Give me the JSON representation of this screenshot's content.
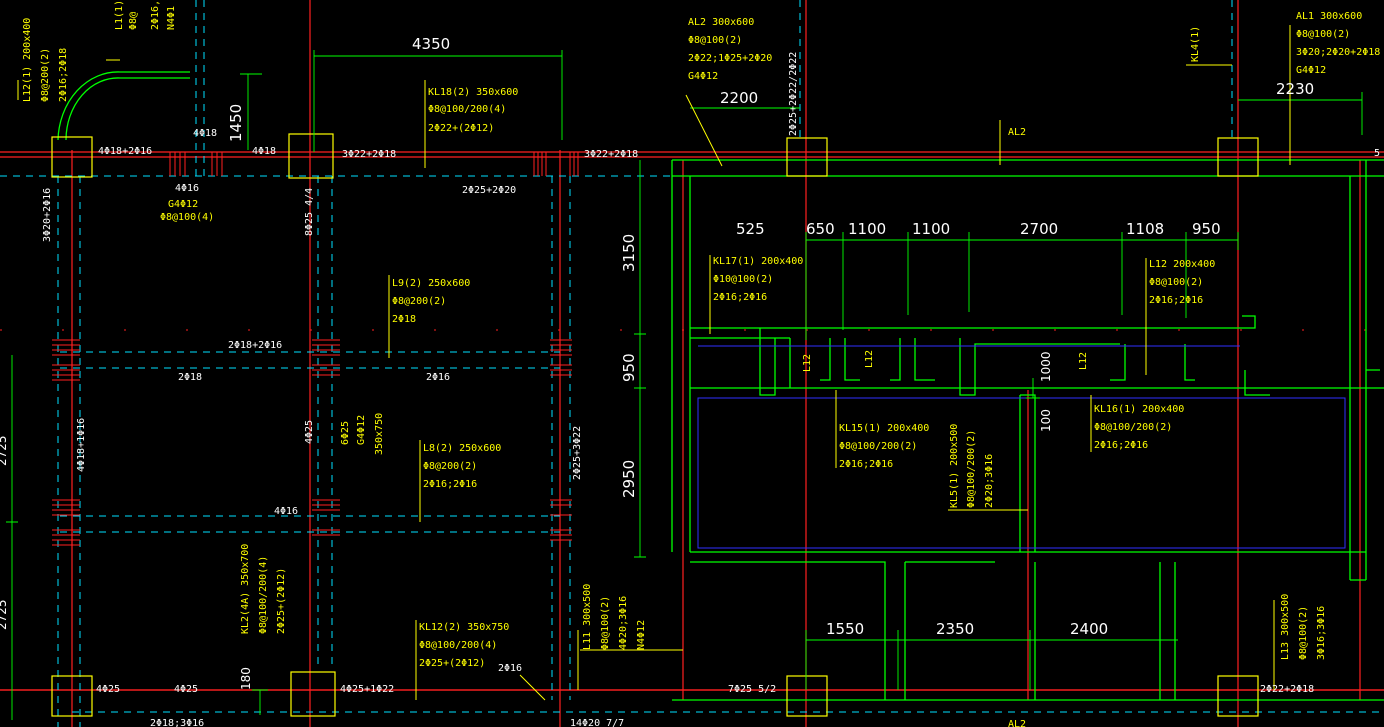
{
  "beam_labels": {
    "l1_top": [
      "L1(1)",
      "Φ8@",
      "2Φ16,2",
      "N4Φ1"
    ],
    "l12_left": [
      "L12(1) 200x400",
      "Φ8@200(2)",
      "2Φ16;2Φ18"
    ],
    "kl18": [
      "KL18(2) 350x600",
      "Φ8@100/200(4)",
      "2Φ22+(2Φ12)"
    ],
    "al2": [
      "AL2 300x600",
      "Φ8@100(2)",
      "2Φ22;1Φ25+2Φ20",
      "G4Φ12"
    ],
    "al1": [
      "AL1 300x600",
      "Φ8@100(2)",
      "3Φ20;2Φ20+2Φ18",
      "G4Φ12"
    ],
    "kl4": "KL4(1)",
    "l9": [
      "L9(2) 250x600",
      "Φ8@200(2)",
      "2Φ18"
    ],
    "l8": [
      "L8(2) 250x600",
      "Φ8@200(2)",
      "2Φ16;2Φ16"
    ],
    "kl17": [
      "KL17(1) 200x400",
      "Φ10@100(2)",
      "2Φ16;2Φ16"
    ],
    "l12_right": [
      "L12 200x400",
      "Φ8@100(2)",
      "2Φ16;2Φ16"
    ],
    "kl15": [
      "KL15(1) 200x400",
      "Φ8@100/200(2)",
      "2Φ16;2Φ16"
    ],
    "kl16": [
      "KL16(1) 200x400",
      "Φ8@100/200(2)",
      "2Φ16;2Φ16"
    ],
    "kl5": [
      "KL5(1) 200x500",
      "Φ8@100/200(2)",
      "2Φ20;3Φ16"
    ],
    "kl2": [
      "KL2(4A) 350x700",
      "Φ8@100/200(4)",
      "2Φ25+(2Φ12)"
    ],
    "kl12": [
      "KL12(2) 350x750",
      "Φ8@100/200(4)",
      "2Φ25+(2Φ12)"
    ],
    "l11": [
      "L11 300x500",
      "Φ8@100(2)",
      "4Φ20;3Φ16",
      "N4Φ12"
    ],
    "l13": [
      "L13 300x500",
      "Φ8@100(2)",
      "3Φ16;3Φ16"
    ],
    "col_mid": [
      "6Φ25",
      "G4Φ12",
      "350x750"
    ],
    "g4": [
      "G4Φ12",
      "Φ8@100(4)"
    ],
    "l12_tags": [
      "L12",
      "L12",
      "L12"
    ],
    "al2_bottom": "AL2",
    "al2_tag": "AL2"
  },
  "rebar_notes": {
    "top_a": "4Φ18+2Φ16",
    "top_b": "4Φ18",
    "top_c": "4Φ18",
    "top_d": "3Φ22+2Φ18",
    "top_e": "3Φ22+2Φ18",
    "top_f": "2Φ25+2Φ20",
    "left_a": "3Φ20+2Φ16",
    "left_b": "4Φ16",
    "col_v": "8Φ25 4/4",
    "mid_a": "2Φ18+2Φ16",
    "mid_b": "2Φ18",
    "mid_c": "2Φ16",
    "mid_d": "4Φ18+1Φ16",
    "mid_e": "4Φ25",
    "mid_f": "4Φ16",
    "mid_g": "2Φ25+3Φ22",
    "bot_a": "4Φ25",
    "bot_b": "4Φ25",
    "bot_c": "4Φ25+1Φ22",
    "bot_d": "2Φ16",
    "bot_e": "7Φ25 5/2",
    "bot_f": "2Φ22+2Φ18",
    "bot_g": "2Φ18;3Φ16",
    "bot_h": "14Φ20 7/7",
    "vert_a": "2Φ25+2Φ22/2Φ22"
  },
  "dimensions": {
    "d4350": "4350",
    "d1450": "1450",
    "d2200": "2200",
    "d2230": "2230",
    "d3150": "3150",
    "d950": "950",
    "d2950": "2950",
    "d525": "525",
    "d650": "650",
    "d1100a": "1100",
    "d1100b": "1100",
    "d2700": "2700",
    "d1108": "1108",
    "d950b": "950",
    "d1000": "1000",
    "d100": "100",
    "d1550": "1550",
    "d2350": "2350",
    "d2400": "2400",
    "d180": "180",
    "d2725a": "2725",
    "d2725b": "2725",
    "d5": "5"
  },
  "colors": {
    "background": "#000000",
    "axis": "#ff2020",
    "wall": "#00ff00",
    "hidden_beam": "#00e0ff",
    "slab": "#3030ff",
    "annotation": "#ffff00",
    "dimension_text": "#ffffff"
  }
}
